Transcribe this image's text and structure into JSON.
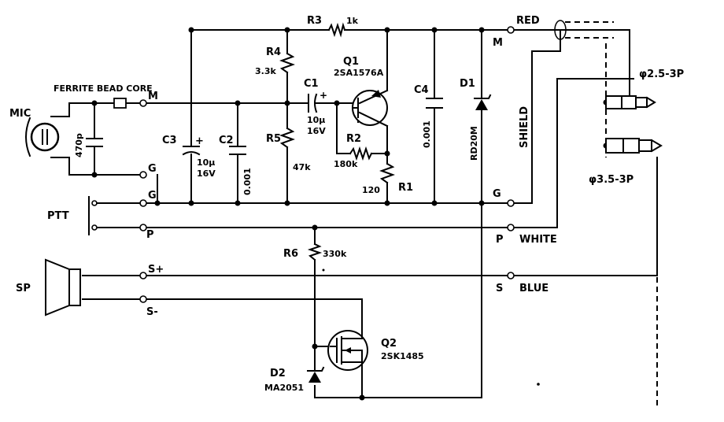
{
  "labels": {
    "mic": "MIC",
    "ferrite": "FERRITE BEAD CORE",
    "cap470": "470p",
    "ptt": "PTT",
    "sp": "SP",
    "c3": "C3",
    "c3_val": "10µ\n16V",
    "c2": "C2",
    "c2_val": "0.001",
    "r4": "R4",
    "r4_val": "3.3k",
    "r5": "R5",
    "r5_val": "47k",
    "c1": "C1",
    "c1_val": "10µ\n16V",
    "r2": "R2",
    "r2_val": "180k",
    "r3": "R3",
    "r3_val": "1k",
    "q1": "Q1",
    "q1_part": "2SA1576A",
    "c4": "C4",
    "c4_val": "0.001",
    "d1": "D1",
    "d1_part": "RD20M",
    "r1": "R1",
    "r1_val": "120",
    "shield": "SHIELD",
    "red": "RED",
    "white": "WHITE",
    "blue": "BLUE",
    "jack25": "φ2.5-3P",
    "jack35": "φ3.5-3P",
    "r6": "R6",
    "r6_val": "330k",
    "q2": "Q2",
    "q2_part": "2SK1485",
    "d2": "D2",
    "d2_part": "MA2051",
    "t_m_left": "M",
    "t_g1": "G",
    "t_g2": "G",
    "t_p_left": "P",
    "t_splus": "S+",
    "t_sminus": "S-",
    "t_m_right": "M",
    "t_g_right": "G",
    "t_p_right": "P",
    "t_s_right": "S"
  }
}
